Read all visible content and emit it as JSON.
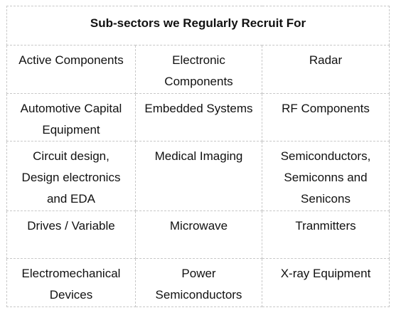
{
  "table": {
    "title": "Sub-sectors we Regularly Recruit For",
    "rows": [
      [
        "Active Components",
        "Electronic\nComponents",
        "Radar"
      ],
      [
        "Automotive Capital\nEquipment",
        "Embedded Systems",
        "RF Components"
      ],
      [
        "Circuit design,\nDesign electronics\nand EDA",
        "Medical Imaging",
        "Semiconductors,\nSemiconns and\nSenicons"
      ],
      [
        "Drives / Variable",
        "Microwave",
        "Tranmitters"
      ],
      [
        "Electromechanical\nDevices",
        "Power\nSemiconductors",
        "X-ray Equipment"
      ]
    ]
  }
}
